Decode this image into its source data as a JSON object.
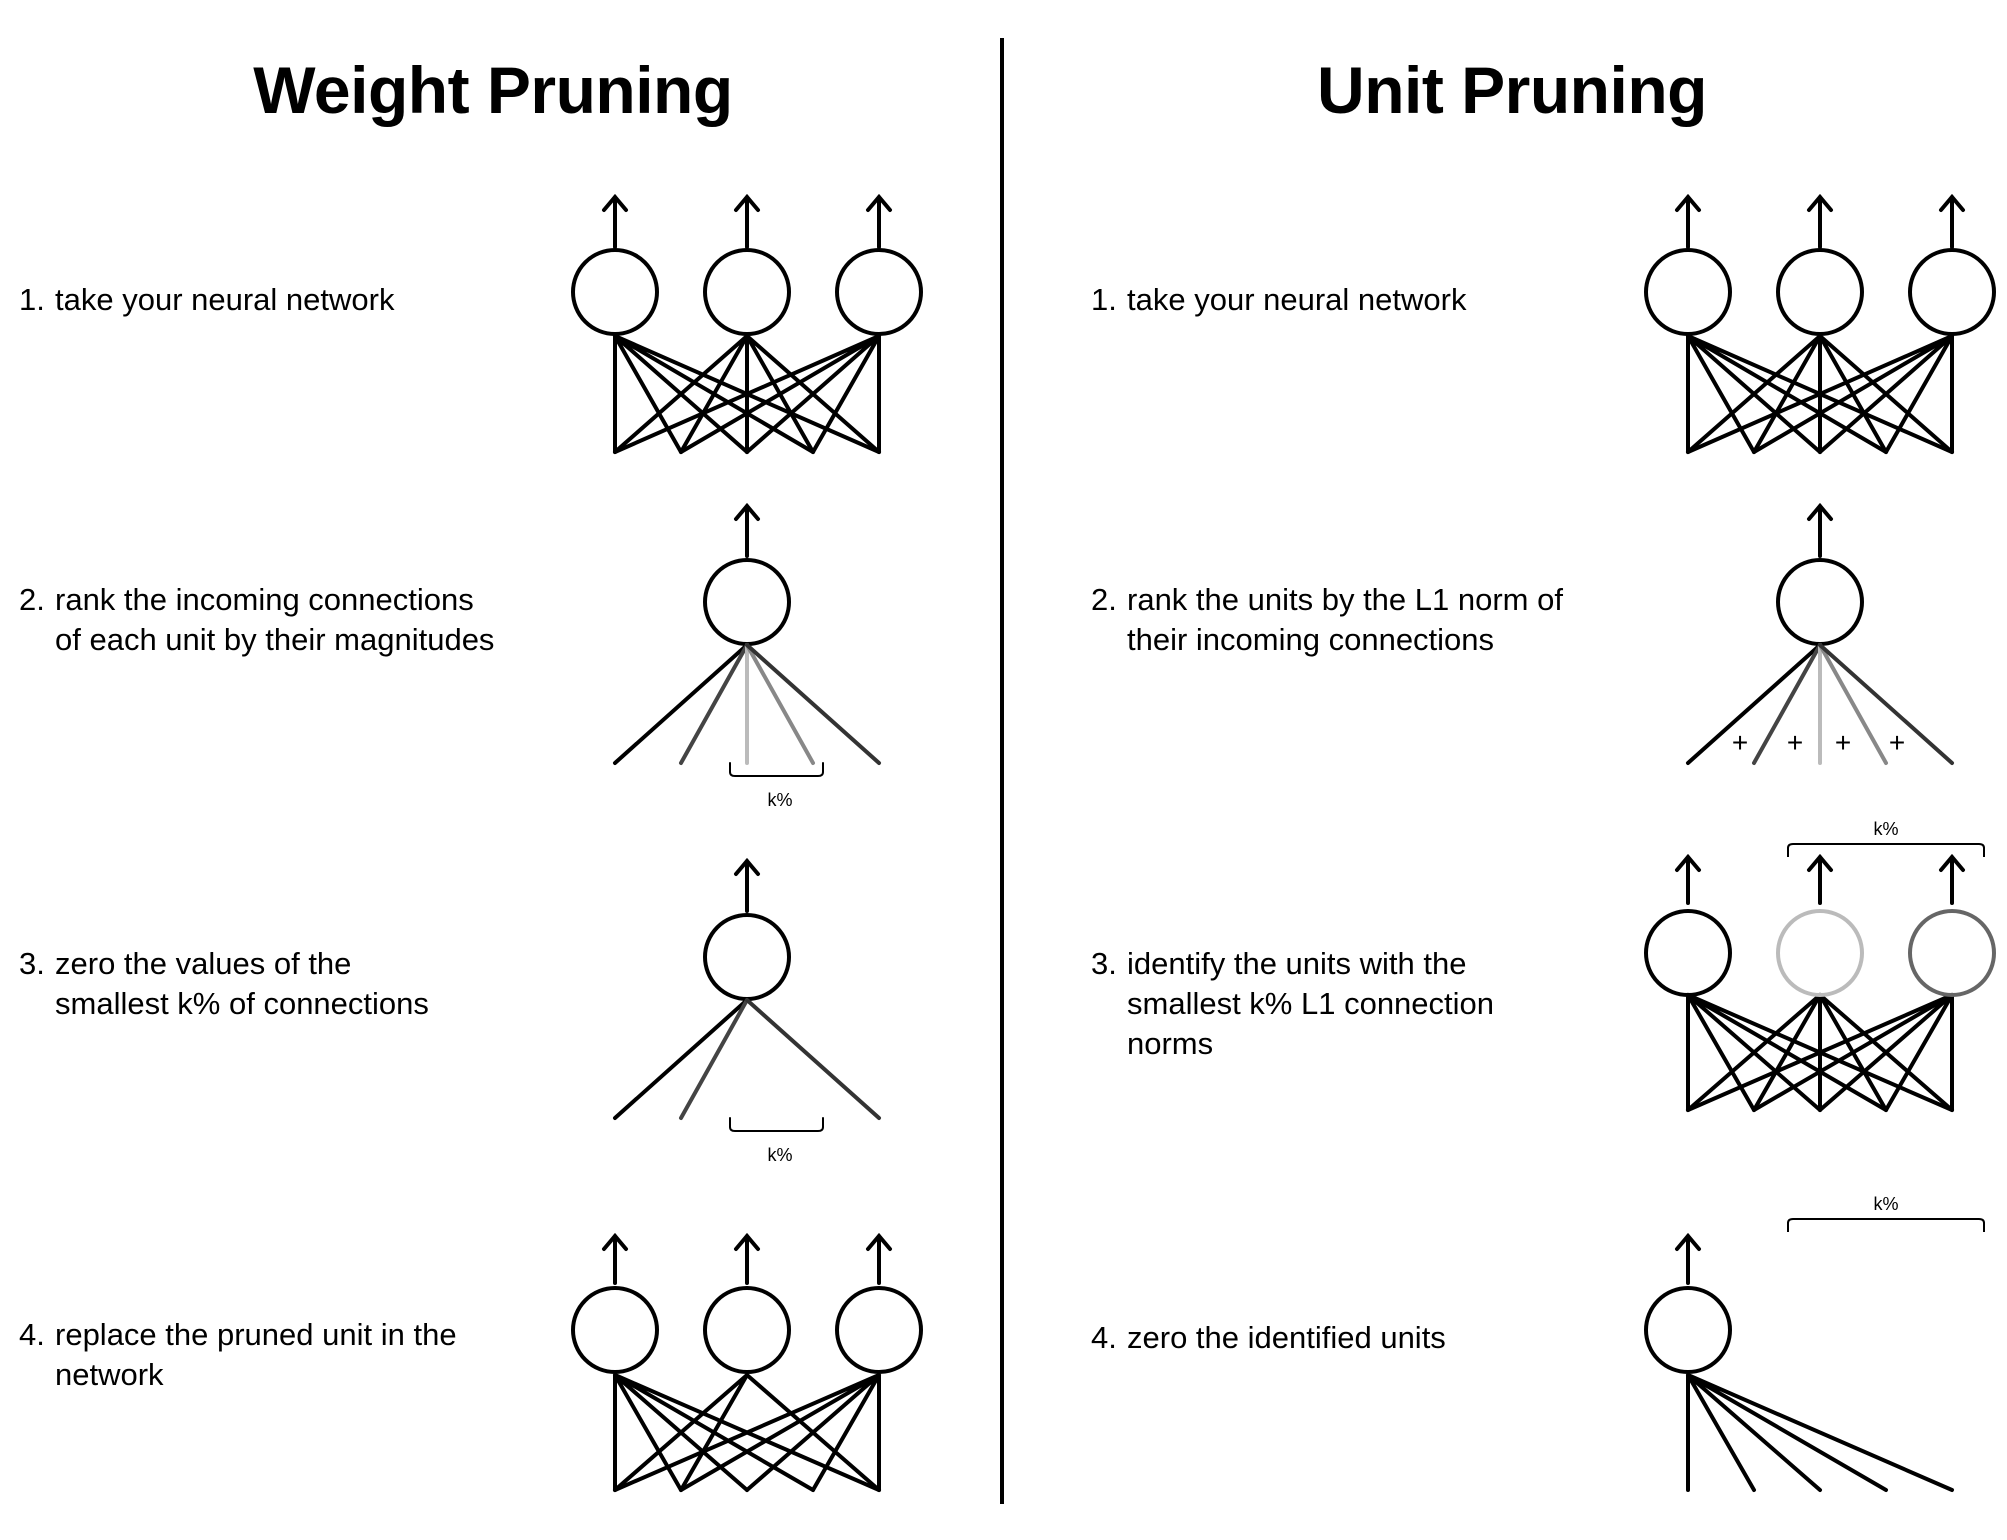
{
  "left": {
    "title": "Weight Pruning",
    "steps": [
      {
        "num": "1.",
        "text": "take your neural network"
      },
      {
        "num": "2.",
        "text": "rank the incoming connections\nof each unit by their magnitudes"
      },
      {
        "num": "3.",
        "text": "zero the values of the\nsmallest k% of connections"
      },
      {
        "num": "4.",
        "text": "replace the pruned unit in the\nnetwork"
      }
    ]
  },
  "right": {
    "title": "Unit Pruning",
    "steps": [
      {
        "num": "1.",
        "text": "take your neural network"
      },
      {
        "num": "2.",
        "text": "rank the units by the L1 norm of\ntheir incoming connections"
      },
      {
        "num": "3.",
        "text": "identify the units with the\nsmallest k% L1 connection\nnorms"
      },
      {
        "num": "4.",
        "text": "zero the identified units"
      }
    ]
  },
  "annotations": {
    "k_percent": "k%",
    "plus": "+"
  },
  "colors": {
    "line": "#000000",
    "light_gray": "#bbbbbb",
    "mid_gray": "#888888",
    "dark_gray": "#444444"
  }
}
